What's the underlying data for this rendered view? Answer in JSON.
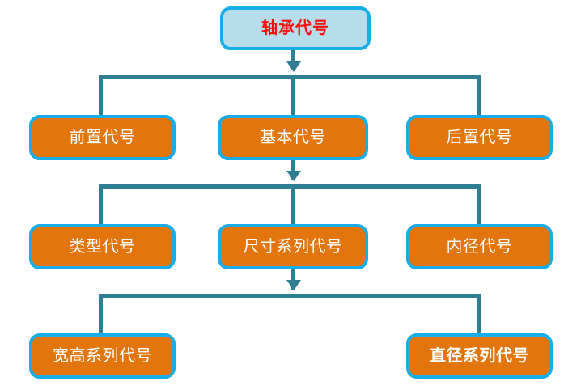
{
  "diagram": {
    "title": "轴承代号",
    "type": "hierarchy-tree",
    "levels": [
      {
        "level": 1,
        "nodes": [
          {
            "id": "root",
            "label": "轴承代号",
            "style": "light-blue",
            "text_color": "#FF0A0A",
            "bold": true
          }
        ]
      },
      {
        "level": 2,
        "nodes": [
          {
            "id": "prefix",
            "label": "前置代号",
            "style": "orange",
            "text_color": "#FFFFFF",
            "bold": false
          },
          {
            "id": "basic",
            "label": "基本代号",
            "style": "orange",
            "text_color": "#FFFFFF",
            "bold": false
          },
          {
            "id": "suffix",
            "label": "后置代号",
            "style": "orange",
            "text_color": "#FFFFFF",
            "bold": false
          }
        ]
      },
      {
        "level": 3,
        "nodes": [
          {
            "id": "type-code",
            "label": "类型代号",
            "style": "orange",
            "text_color": "#FFFFFF",
            "bold": false
          },
          {
            "id": "dimension-series",
            "label": "尺寸系列代号",
            "style": "orange",
            "text_color": "#FFFFFF",
            "bold": false
          },
          {
            "id": "bore-code",
            "label": "内径代号",
            "style": "orange",
            "text_color": "#FFFFFF",
            "bold": false
          }
        ]
      },
      {
        "level": 4,
        "nodes": [
          {
            "id": "width-height-series",
            "label": "宽高系列代号",
            "style": "orange",
            "text_color": "#FFFFFF",
            "bold": false
          },
          {
            "id": "diameter-series",
            "label": "直径系列代号",
            "style": "orange",
            "text_color": "#FFFFFF",
            "bold": true
          }
        ]
      }
    ],
    "colors": {
      "box_orange_fill": "#E2760D",
      "box_blue_fill": "#B6DDEC",
      "box_border": "#18ADE8",
      "connector": "#2E7F93",
      "root_text": "#FF0A0A",
      "node_text": "#FFFFFF",
      "background": "#FFFFFF"
    }
  }
}
